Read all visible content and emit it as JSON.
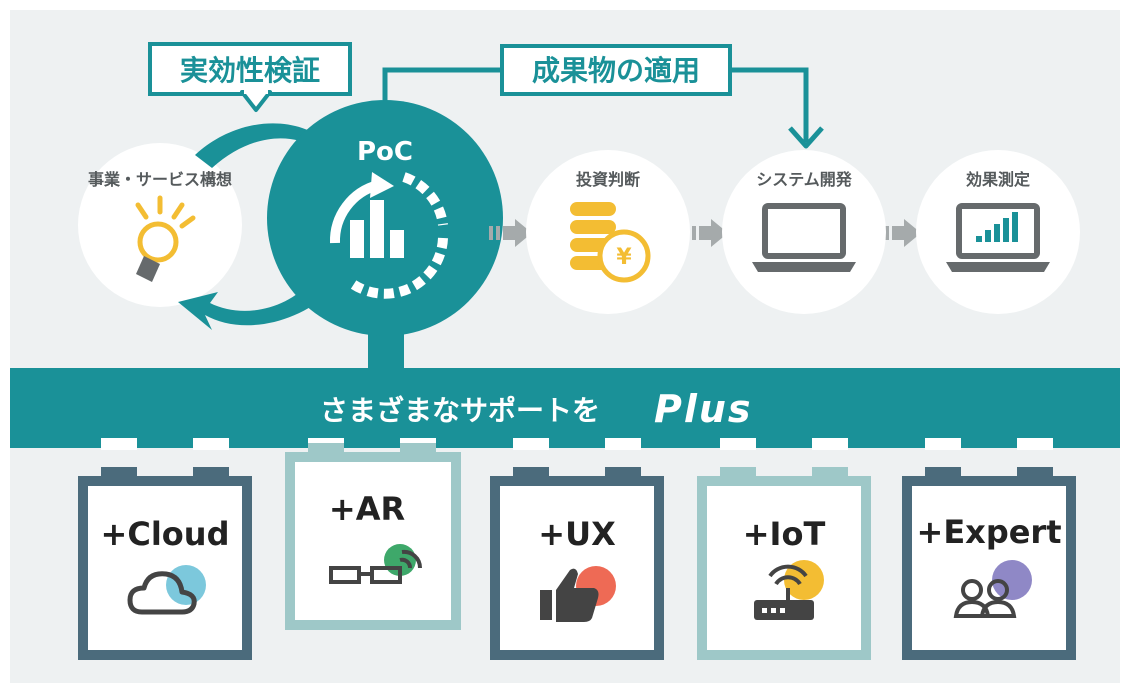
{
  "colors": {
    "teal": "#1a9198",
    "tealDark": "#168389",
    "bg": "#eef1f2",
    "gray": "#666a6c",
    "arrowGray": "#a5aaab",
    "yellow": "#f3bd33",
    "frameDark": "#4b6b7c",
    "frameLight": "#9ec8c8"
  },
  "labels": {
    "verification": "実効性検証",
    "apply": "成果物の適用",
    "poc": "PoC",
    "plan": "事業・サービス構想",
    "invest": "投資判断",
    "system": "システム開発",
    "effect": "効果測定",
    "support": "さまざまなサポートを",
    "plus": "Plus"
  },
  "steps": [
    {
      "key": "plan",
      "icon": "lightbulb-icon"
    },
    {
      "key": "poc",
      "icon": "bar-chart-cycle-icon"
    },
    {
      "key": "invest",
      "icon": "coins-yen-icon"
    },
    {
      "key": "system",
      "icon": "laptop-icon"
    },
    {
      "key": "effect",
      "icon": "laptop-chart-icon"
    }
  ],
  "plus_items": [
    {
      "label": "+Cloud",
      "icon": "cloud-icon",
      "accent": "#7cc8dc",
      "frame": "dark"
    },
    {
      "label": "+AR",
      "icon": "ar-glasses-icon",
      "accent": "#3ea86a",
      "frame": "light"
    },
    {
      "label": "+UX",
      "icon": "thumbs-up-icon",
      "accent": "#ee6a55",
      "frame": "dark"
    },
    {
      "label": "+IoT",
      "icon": "router-icon",
      "accent": "#f3bd33",
      "frame": "light"
    },
    {
      "label": "+Expert",
      "icon": "people-icon",
      "accent": "#8f88c6",
      "frame": "dark"
    }
  ]
}
